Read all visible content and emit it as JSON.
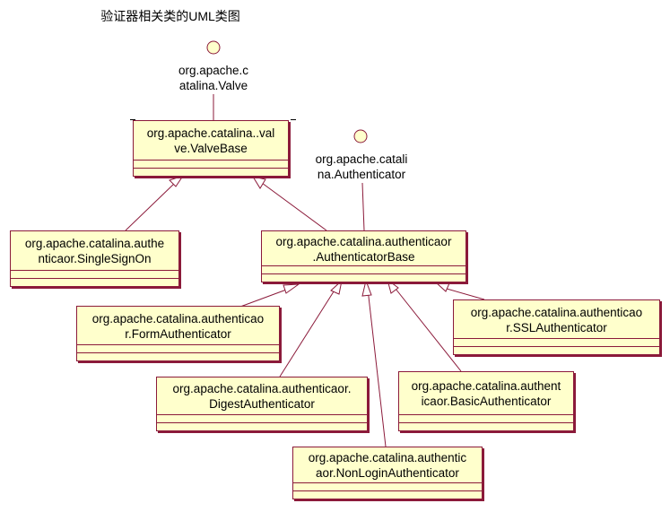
{
  "title": "验证器相关类的UML类图",
  "interfaces": {
    "valve": {
      "label_line1": "org.apache.c",
      "label_line2": "atalina.Valve"
    },
    "authenticator": {
      "label_line1": "org.apache.catali",
      "label_line2": "na.Authenticator"
    }
  },
  "classes": {
    "valve_base": {
      "line1": "org.apache.catalina..val",
      "line2": "ve.ValveBase"
    },
    "single_sign_on": {
      "line1": "org.apache.catalina.authe",
      "line2": "nticaor.SingleSignOn"
    },
    "authenticator_base": {
      "line1": "org.apache.catalina.authenticaor",
      "line2": ".AuthenticatorBase"
    },
    "form_authenticator": {
      "line1": "org.apache.catalina.authenticao",
      "line2": "r.FormAuthenticator"
    },
    "ssl_authenticator": {
      "line1": "org.apache.catalina.authenticao",
      "line2": "r.SSLAuthenticator"
    },
    "digest_authenticator": {
      "line1": "org.apache.catalina.authenticaor.",
      "line2": "DigestAuthenticator"
    },
    "basic_authenticator": {
      "line1": "org.apache.catalina.authent",
      "line2": "icaor.BasicAuthenticator"
    },
    "nonlogin_authenticator": {
      "line1": "org.apache.catalina.authentic",
      "line2": "aor.NonLoginAuthenticator"
    }
  },
  "colors": {
    "class_fill": "#ffffcc",
    "class_border": "#8b1a3a",
    "line": "#8b1a3a"
  }
}
